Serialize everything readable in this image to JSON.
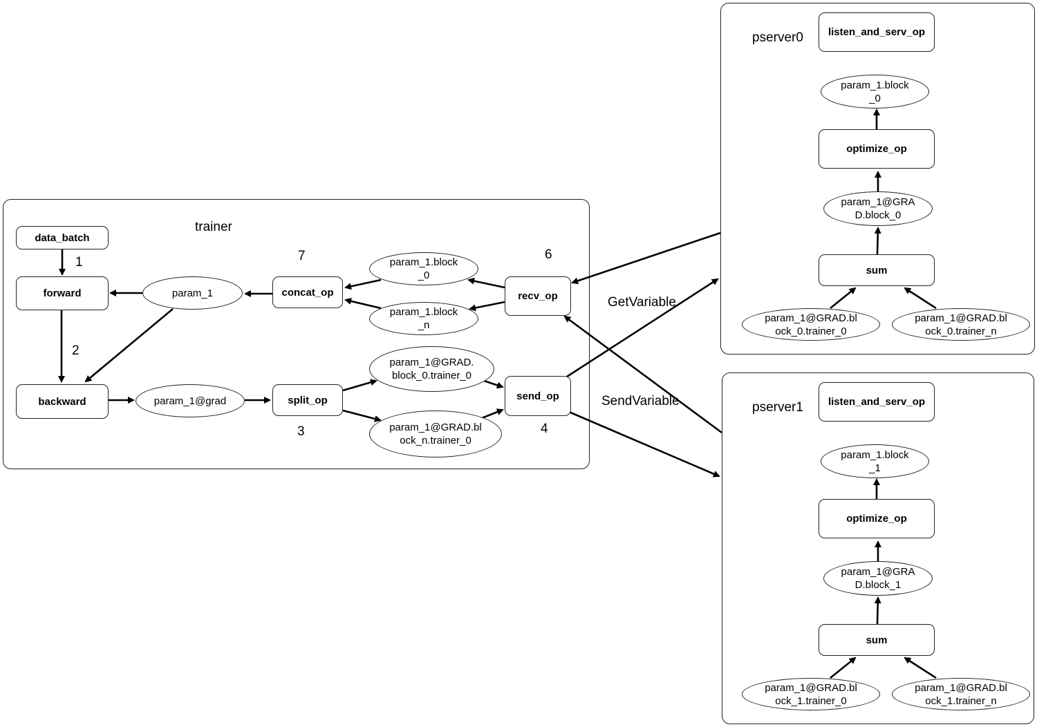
{
  "clusters": {
    "trainer": {
      "title": "trainer"
    },
    "pserver0": {
      "title": "pserver0"
    },
    "pserver1": {
      "title": "pserver1"
    }
  },
  "trainer": {
    "data_batch": "data_batch",
    "forward": "forward",
    "backward": "backward",
    "param_1": "param_1",
    "concat_op": "concat_op",
    "recv_op": "recv_op",
    "param_block_0": "param_1.block\n_0",
    "param_block_n": "param_1.block\n_n",
    "param_grad": "param_1@grad",
    "split_op": "split_op",
    "grad_block_0_trainer_0": "param_1@GRAD.\nblock_0.trainer_0",
    "grad_block_n_trainer_0": "param_1@GRAD.bl\nock_n.trainer_0",
    "send_op": "send_op"
  },
  "steps": {
    "s1": "1",
    "s2": "2",
    "s3": "3",
    "s4": "4",
    "s6": "6",
    "s7": "7"
  },
  "pserver0": {
    "listen": "listen_and_serv_op",
    "param_block": "param_1.block\n_0",
    "optimize": "optimize_op",
    "grad_block": "param_1@GRA\nD.block_0",
    "sum": "sum",
    "grad_trainer_0": "param_1@GRAD.bl\nock_0.trainer_0",
    "grad_trainer_n": "param_1@GRAD.bl\nock_0.trainer_n"
  },
  "pserver1": {
    "listen": "listen_and_serv_op",
    "param_block": "param_1.block\n_1",
    "optimize": "optimize_op",
    "grad_block": "param_1@GRA\nD.block_1",
    "sum": "sum",
    "grad_trainer_0": "param_1@GRAD.bl\nock_1.trainer_0",
    "grad_trainer_n": "param_1@GRAD.bl\nock_1.trainer_n"
  },
  "edge_labels": {
    "get": "GetVariable",
    "send": "SendVariable"
  }
}
